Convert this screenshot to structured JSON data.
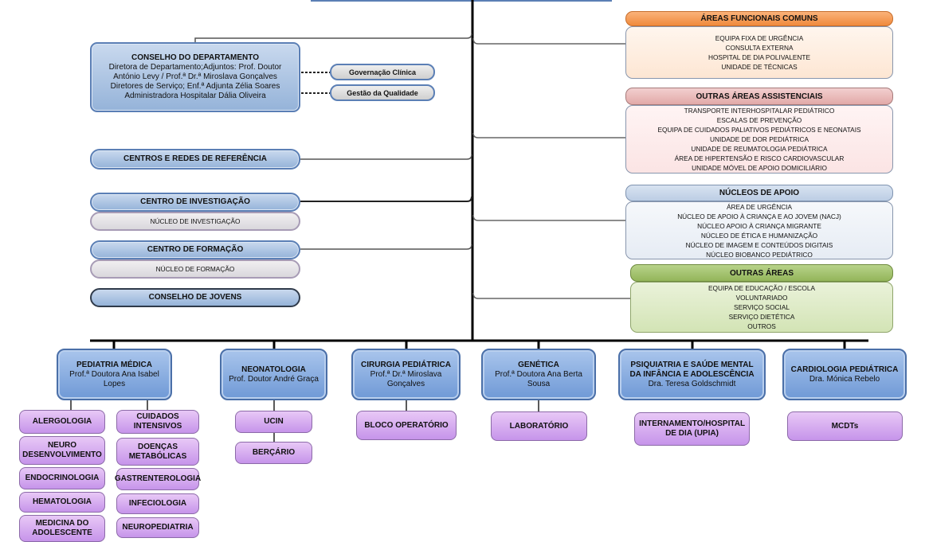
{
  "council": {
    "title": "CONSELHO DO DEPARTAMENTO",
    "lines": [
      "Diretora de Departamento;Adjuntos: Prof. Doutor",
      "António Levy / Prof.ª Dr.ª Miroslava Gonçalves",
      "Diretores de Serviço; Enf.ª Adjunta Zélia Soares",
      "Administradora Hospitalar Dália Oliveira"
    ],
    "links": [
      "Governação Clínica",
      "Gestão da Qualidade"
    ]
  },
  "left_units": {
    "referencia": "CENTROS E REDES  DE REFERÊNCIA",
    "investigacao": {
      "title": "CENTRO DE INVESTIGAÇÃO",
      "sub": "NÚCLEO DE INVESTIGAÇÃO"
    },
    "formacao": {
      "title": "CENTRO DE FORMAÇÃO",
      "sub": "NÚCLEO DE FORMAÇÃO"
    },
    "jovens": "CONSELHO DE JOVENS"
  },
  "right_groups": [
    {
      "title": "ÁREAS FUNCIONAIS COMUNS",
      "color": "#f79646",
      "items": [
        "EQUIPA FIXA DE URGÊNCIA",
        "CONSULTA EXTERNA",
        "HOSPITAL DE DIA POLIVALENTE",
        "UNIDADE DE TÉCNICAS"
      ]
    },
    {
      "title": "OUTRAS ÁREAS ASSISTENCIAIS",
      "color": "#e6b9b8",
      "items": [
        "TRANSPORTE INTERHOSPITALAR PEDIÁTRICO",
        "ESCALAS DE PREVENÇÃO",
        "EQUIPA DE CUIDADOS PALIATIVOS PEDIÁTRICOS E NEONATAIS",
        "UNIDADE DE DOR PEDIÁTRICA",
        "UNIDADE DE REUMATOLOGIA PEDIÁTRICA",
        "ÁREA DE HIPERTENSÃO E RISCO CARDIOVASCULAR",
        "UNIDADE MÓVEL DE APOIO DOMICILIÁRIO"
      ]
    },
    {
      "title": "NÚCLEOS DE APOIO",
      "color": "#c5d5e8",
      "items": [
        "ÁREA DE URGÊNCIA",
        "NÚCLEO DE APOIO À CRIANÇA E AO JOVEM (NACJ)",
        "NÚCLEO APOIO À CRIANÇA MIGRANTE",
        "NÚCLEO DE ÉTICA E HUMANIZAÇÃO",
        "NÚCLEO DE IMAGEM E CONTEÚDOS DIGITAIS",
        "NÚCLEO BIOBANCO PEDIÁTRICO"
      ]
    },
    {
      "title": "OUTRAS ÁREAS",
      "color": "#9bbb59",
      "items": [
        "EQUIPA DE EDUCAÇÃO / ESCOLA",
        "VOLUNTARIADO",
        "SERVIÇO SOCIAL",
        "SERVIÇO DIETÉTICA",
        "OUTROS"
      ]
    }
  ],
  "departments": [
    {
      "title": "PEDIATRIA MÉDICA",
      "head": "Prof.ª Doutora Ana Isabel Lopes",
      "units_left": [
        "ALERGOLOGIA",
        "NEURO DESENVOLVIMENTO",
        "ENDOCRINOLOGIA",
        "HEMATOLOGIA",
        "MEDICINA DO ADOLESCENTE"
      ],
      "units_right": [
        "CUIDADOS INTENSIVOS",
        "DOENÇAS METABÓLICAS",
        "GASTRENTEROLOGIA",
        "INFECIOLOGIA",
        "NEUROPEDIATRIA"
      ]
    },
    {
      "title": "NEONATOLOGIA",
      "head": "Prof. Doutor André Graça",
      "units": [
        "UCIN",
        "BERÇÁRIO"
      ]
    },
    {
      "title": "CIRURGIA PEDIÁTRICA",
      "head": "Prof.ª Dr.ª Miroslava Gonçalves",
      "units": [
        "BLOCO OPERATÓRIO"
      ]
    },
    {
      "title": "GENÉTICA",
      "head": "Prof.ª Doutora Ana Berta Sousa",
      "units": [
        "LABORATÓRIO"
      ]
    },
    {
      "title": "PSIQUIATRIA E SAÚDE MENTAL DA INFÂNCIA E ADOLESCÊNCIA",
      "head": "Dra. Teresa Goldschmidt",
      "units": [
        "INTERNAMENTO/HOSPITAL DE  DIA (UPIA)"
      ]
    },
    {
      "title": "CARDIOLOGIA PEDIÁTRICA",
      "head": "Dra. Mónica Rebelo",
      "units": [
        "MCDTs"
      ]
    }
  ]
}
